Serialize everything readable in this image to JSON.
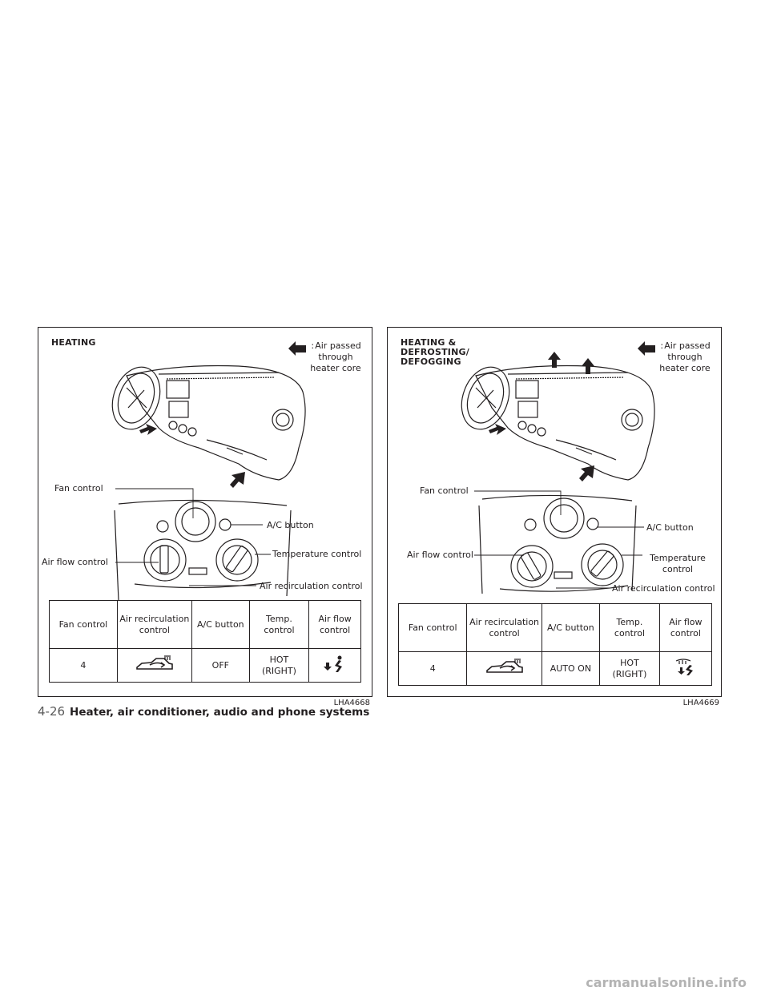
{
  "panels": [
    {
      "heading": "HEATING",
      "legend": "Air passed through heater core",
      "callouts": {
        "fan": "Fan control",
        "ac": "A/C button",
        "airflow": "Air flow control",
        "temp": "Temperature control",
        "recirc": "Air recirculation control"
      },
      "table": {
        "headers": [
          "Fan control",
          "Air recirculation control",
          "A/C button",
          "Temp. control",
          "Air flow control"
        ],
        "row": {
          "fan": "4",
          "recirc_icon": "recirculation-off-icon",
          "ac": "OFF",
          "temp": "HOT (RIGHT)",
          "airflow_icon": "foot-vent-icon"
        }
      },
      "code": "LHA4668"
    },
    {
      "heading": "HEATING & DEFROSTING/ DEFOGGING",
      "legend": "Air passed through heater core",
      "callouts": {
        "fan": "Fan control",
        "ac": "A/C button",
        "airflow": "Air flow control",
        "temp": "Temperature control",
        "recirc": "Air recirculation control"
      },
      "table": {
        "headers": [
          "Fan control",
          "Air recirculation control",
          "A/C button",
          "Temp. control",
          "Air flow control"
        ],
        "row": {
          "fan": "4",
          "recirc_icon": "recirculation-off-icon",
          "ac": "AUTO ON",
          "temp": "HOT (RIGHT)",
          "airflow_icon": "foot-defrost-vent-icon"
        }
      },
      "code": "LHA4669"
    }
  ],
  "footer": {
    "page": "4-26",
    "title": "Heater, air conditioner, audio and phone systems"
  },
  "watermark": "carmanualsonline.info"
}
